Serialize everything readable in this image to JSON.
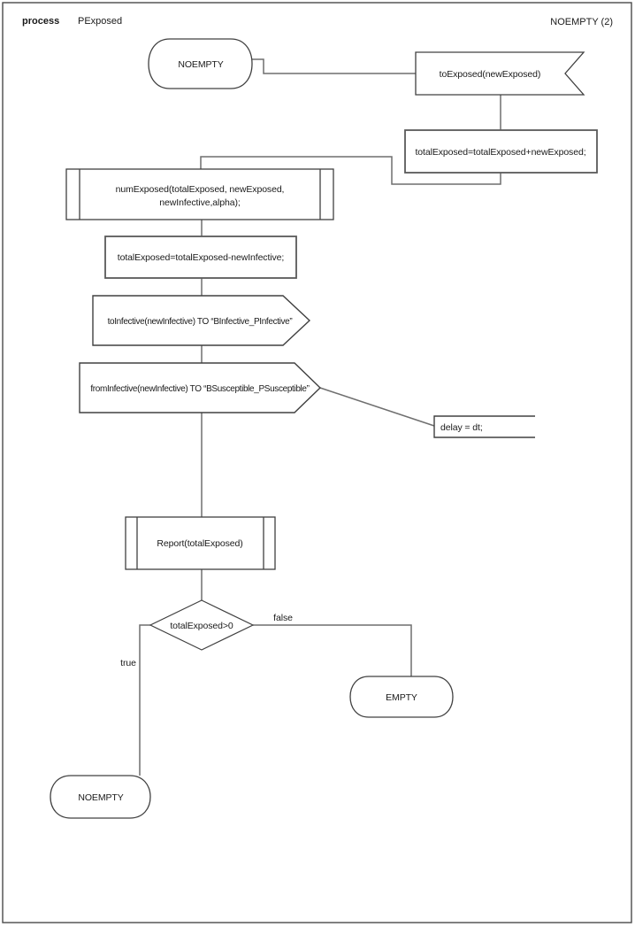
{
  "header": {
    "kind": "process",
    "name": "PExposed",
    "page": "NOEMPTY (2)"
  },
  "colors": {
    "shape_stroke": "#404040",
    "task_stroke": "#5a5a5a",
    "connector": "#6f6f6f",
    "frame": "#4a4a4a"
  },
  "nodes": {
    "start_state": {
      "label": "NOEMPTY"
    },
    "input_signal": {
      "label": "toExposed(newExposed)"
    },
    "task_accumulate": {
      "label": "totalExposed=totalExposed+newExposed;"
    },
    "procedure_numexposed": {
      "line1": "numExposed(totalExposed, newExposed,",
      "line2": "newInfective,alpha);"
    },
    "task_subtract": {
      "label": "totalExposed=totalExposed-newInfective;"
    },
    "output_toinfective": {
      "label": "toInfective(newInfective) TO “BInfective_PInfective”"
    },
    "output_frominfective": {
      "label": "fromInfective(newInfective) TO “BSusceptible_PSusceptible”"
    },
    "task_delay": {
      "label": "delay = dt;"
    },
    "procedure_report": {
      "label": "Report(totalExposed)"
    },
    "decision": {
      "label": "totalExposed>0"
    },
    "branch_true": {
      "label": "true"
    },
    "branch_false": {
      "label": "false"
    },
    "empty_state": {
      "label": "EMPTY"
    },
    "noempty_state": {
      "label": "NOEMPTY"
    }
  }
}
